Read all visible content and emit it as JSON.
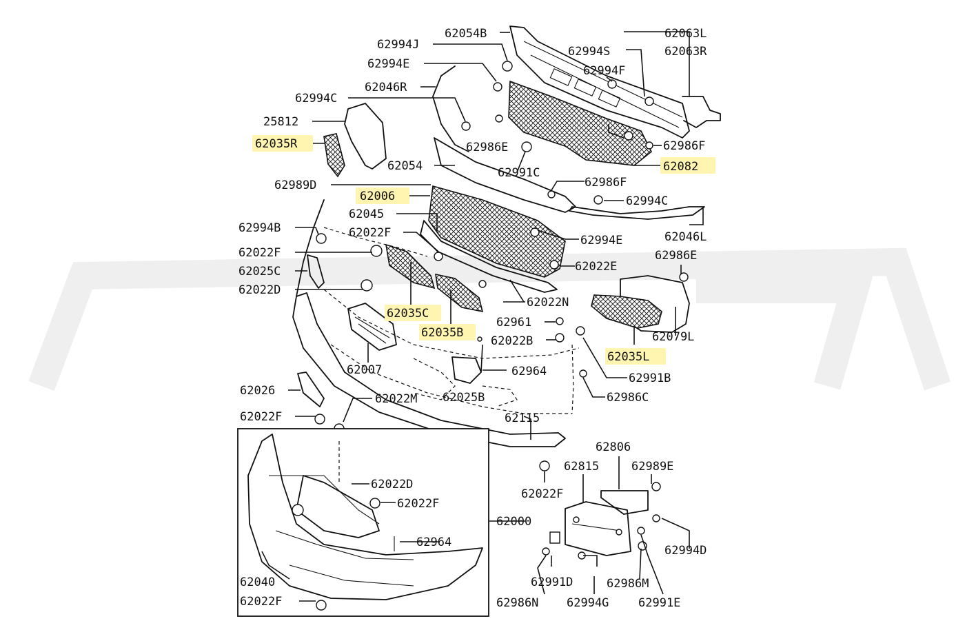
{
  "colors": {
    "highlight": "#fff5b0",
    "line": "#111111",
    "watermark": "#efefef"
  },
  "labels": {
    "p62054B": "62054B",
    "p62994J": "62994J",
    "p62994E_top": "62994E",
    "p62046R": "62046R",
    "p62994C_left": "62994C",
    "p25812": "25812",
    "p62035R": "62035R",
    "p62989D": "62989D",
    "p62006": "62006",
    "p62045": "62045",
    "p62022F_a": "62022F",
    "p62994B": "62994B",
    "p62022F_b": "62022F",
    "p62025C": "62025C",
    "p62022D_a": "62022D",
    "p62035C": "62035C",
    "p62035B": "62035B",
    "p62007": "62007",
    "p62026": "62026",
    "p62022F_c": "62022F",
    "p62022M": "62022M",
    "p62025B": "62025B",
    "p62115": "62115",
    "p62022D_b": "62022D",
    "p62022F_d": "62022F",
    "p62964_b": "62964",
    "p62040": "62040",
    "p62022F_e": "62022F",
    "p62000": "62000",
    "p62063L": "62063L",
    "p62063R": "62063R",
    "p62994S": "62994S",
    "p62994F": "62994F",
    "p62986E_top": "62986E",
    "p62986F_right": "62986F",
    "p62082": "62082",
    "p62054": "62054",
    "p62991C": "62991C",
    "p62986F_mid": "62986F",
    "p62994C_right": "62994C",
    "p62046L": "62046L",
    "p62994E_mid": "62994E",
    "p62022E": "62022E",
    "p62986E_right": "62986E",
    "p62022N": "62022N",
    "p62961": "62961",
    "p62022B": "62022B",
    "p62079L": "62079L",
    "p62035L": "62035L",
    "p62964_a": "62964",
    "p62991B": "62991B",
    "p62986C": "62986C",
    "p62022F_f": "62022F",
    "p62806": "62806",
    "p62815": "62815",
    "p62989E": "62989E",
    "p62994D": "62994D",
    "p62991D": "62991D",
    "p62986M": "62986M",
    "p62986N": "62986N",
    "p62994G": "62994G",
    "p62991E": "62991E"
  }
}
